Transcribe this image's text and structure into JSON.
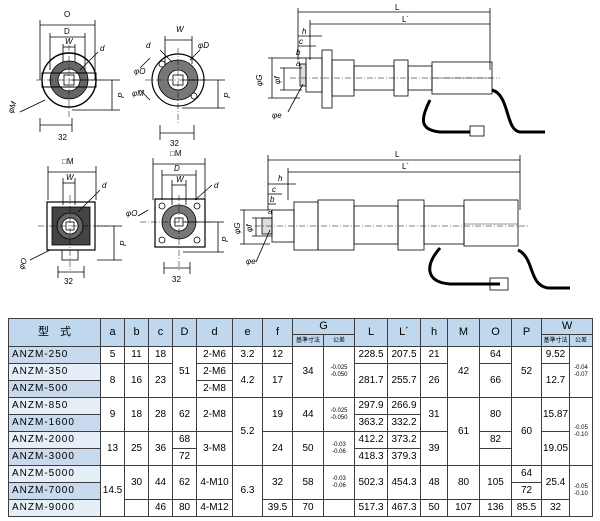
{
  "drawing_labels": {
    "O": "O",
    "D": "D",
    "W": "W",
    "d": "d",
    "phiM": "φM",
    "P": "P",
    "dim32": "32",
    "phiO": "φO",
    "phiD": "φD",
    "L": "L",
    "Lp": "L´",
    "h": "h",
    "c": "c",
    "b": "b",
    "a": "a",
    "phiG": "φG",
    "phif": "φf",
    "phie": "φe",
    "sqM": "□M"
  },
  "table": {
    "headers": {
      "type": "型　式",
      "a": "a",
      "b": "b",
      "c": "c",
      "D": "D",
      "d": "d",
      "e": "e",
      "f": "f",
      "G": "G",
      "G_std": "基準寸法",
      "G_tol": "公差",
      "L": "L",
      "Lp": "L´",
      "h": "h",
      "M": "M",
      "O": "O",
      "P": "P",
      "W": "W",
      "W_std": "基準寸法",
      "W_tol": "公差"
    },
    "models": [
      "ANZM-250",
      "ANZM-350",
      "ANZM-500",
      "ANZM-850",
      "ANZM-1600",
      "ANZM-2000",
      "ANZM-3000",
      "ANZM-5000",
      "ANZM-7000",
      "ANZM-9000"
    ],
    "cells": {
      "a_g1": "5",
      "a_g2": "8",
      "a_g3": "9",
      "a_g4": "13",
      "a_g5": "14.5",
      "b_g1": "11",
      "b_g2": "16",
      "b_g3": "18",
      "b_g4": "25",
      "b_g5a": "30",
      "c_g1": "18",
      "c_g2": "23",
      "c_g3": "28",
      "c_g4": "36",
      "c_g5a": "44",
      "c_g5b": "46",
      "D_g1": "51",
      "D_g3": "62",
      "D_g4a": "68",
      "D_g4b": "72",
      "D_g5a": "62",
      "D_g5b": "80",
      "d_g1": "2-M6",
      "d_g2": "2-M8",
      "d_g3": "2-M8",
      "d_g4": "3-M8",
      "d_g5a": "4-M10",
      "d_g5b": "4-M12",
      "e_g1": "3.2",
      "e_g2": "4.2",
      "e_g3": "5.2",
      "e_g5": "6.3",
      "f_g1": "12",
      "f_g2": "17",
      "f_g3": "19",
      "f_g4": "24",
      "f_g5a": "32",
      "f_g5b": "39.5",
      "G_g1": "34",
      "G_g1_tol_up": "-0.025",
      "G_g1_tol_lo": "-0.050",
      "G_g3": "44",
      "G_g3_tol_up": "-0.025",
      "G_g3_tol_lo": "-0.050",
      "G_g4": "50",
      "G_g4_tol_up": "-0.03",
      "G_g4_tol_lo": "-0.06",
      "G_g5": "58",
      "G_g5_tol_up": "-0.03",
      "G_g5_tol_lo": "-0.06",
      "G_last": "70",
      "L_r1": "228.5",
      "L_r2": "281.7",
      "L_r4": "297.9",
      "L_r5": "363.2",
      "L_r6": "412.2",
      "L_r7": "418.3",
      "L_r8": "502.3",
      "L_r10": "517.3",
      "Lp_r1": "207.5",
      "Lp_r2": "255.7",
      "Lp_r4": "266.9",
      "Lp_r5": "332.2",
      "Lp_r6": "373.2",
      "Lp_r7": "379.3",
      "Lp_r8": "454.3",
      "Lp_r10": "467.3",
      "h_r1": "21",
      "h_r2": "26",
      "h_g3": "31",
      "h_g4": "39",
      "h_g5": "48",
      "h_r10": "50",
      "M_g1": "42",
      "M_g2": "61",
      "M_g3": "80",
      "M_r10": "107",
      "O_r1": "64",
      "O_r2": "66",
      "O_g3": "80",
      "O_g4": "82",
      "O_g5": "105",
      "O_r10": "136",
      "P_g1": "52",
      "P_g2": "60",
      "P_r8": "64",
      "P_r9": "72",
      "P_r10": "85.5",
      "W_g1a": "9.52",
      "W_g1b": "12.7",
      "W_g1_tol_up": "-0.04",
      "W_g1_tol_lo": "-0.07",
      "W_g3": "15.87",
      "W_g4": "19.05",
      "W_g34_tol_up": "-0.05",
      "W_g34_tol_lo": "-0.10",
      "W_g5": "25.4",
      "W_g5_tol_up": "-0.05",
      "W_g5_tol_lo": "-0.10",
      "W_r10": "32"
    }
  }
}
